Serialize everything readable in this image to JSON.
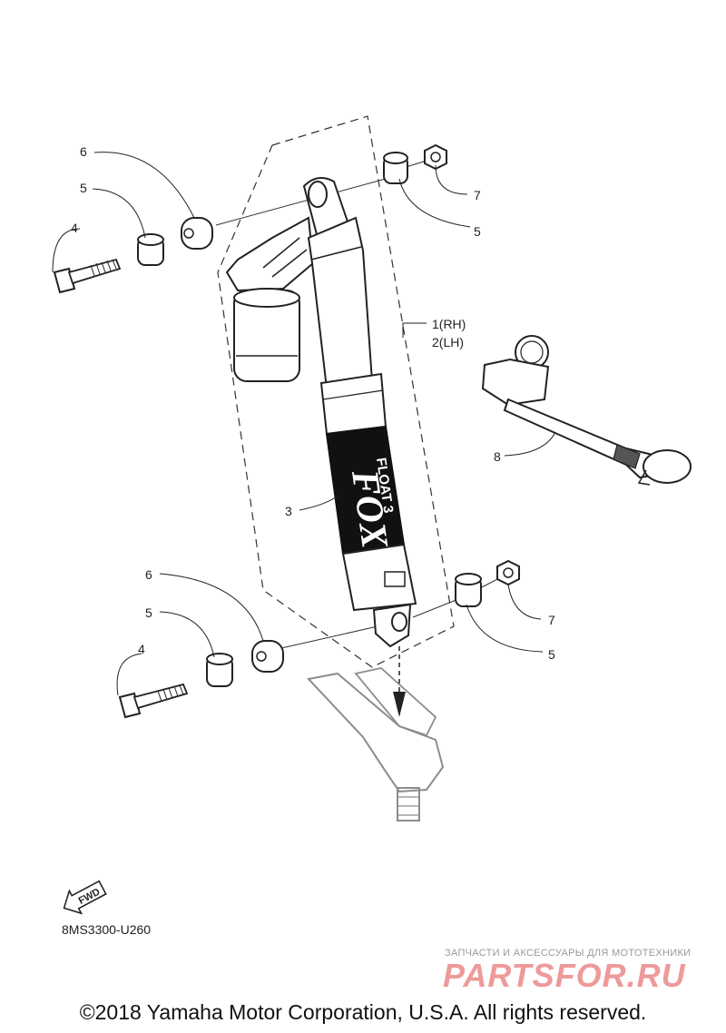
{
  "callouts": {
    "c1": "1(RH)",
    "c2": "2(LH)",
    "c3": "3",
    "c4a": "4",
    "c4b": "4",
    "c5a": "5",
    "c5b": "5",
    "c5c": "5",
    "c5d": "5",
    "c6a": "6",
    "c6b": "6",
    "c7a": "7",
    "c7b": "7",
    "c8": "8"
  },
  "shock_brand": "FOX",
  "shock_model": "FLOAT 3",
  "fwd_label": "FWD",
  "diagram_code": "8MS3300-U260",
  "watermark": {
    "subtitle": "ЗАПЧАСТИ И АКСЕССУАРЫ ДЛЯ МОТОТЕХНИКИ",
    "brand": "PARTSFOR.RU"
  },
  "copyright": "©2018 Yamaha Motor Corporation, U.S.A. All rights reserved."
}
